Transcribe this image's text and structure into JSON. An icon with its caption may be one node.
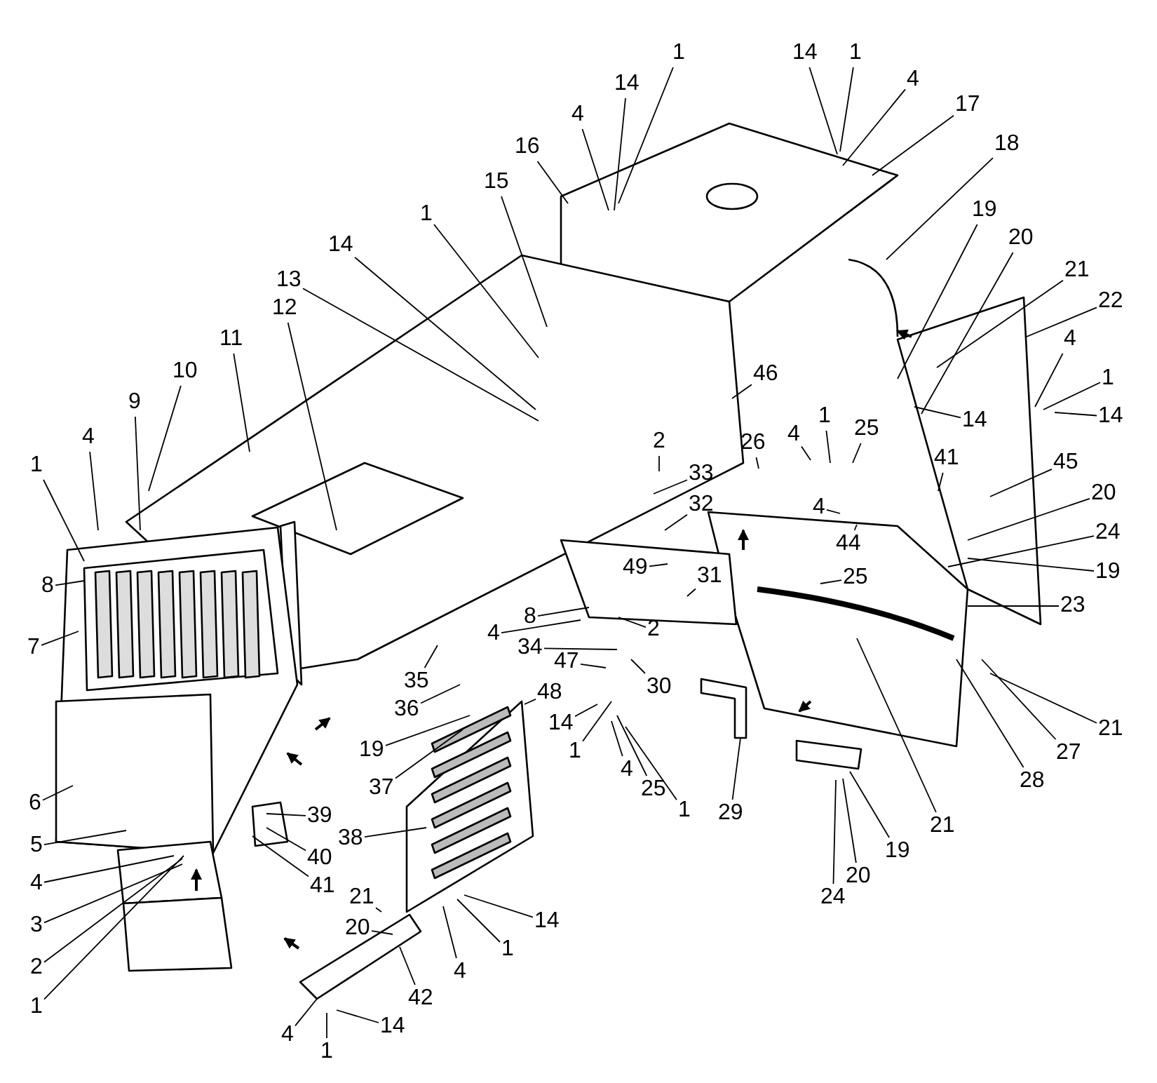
{
  "diagram": {
    "nodes": [
      {
        "text": [
          "1"
        ]
      },
      {
        "text": [
          "14"
        ]
      },
      {
        "text": [
          "4"
        ]
      },
      {
        "text": [
          "16"
        ]
      },
      {
        "text": [
          "14"
        ]
      },
      {
        "text": [
          "1"
        ]
      },
      {
        "text": [
          "4"
        ]
      },
      {
        "text": [
          "17"
        ]
      },
      {
        "text": [
          "18"
        ]
      },
      {
        "text": [
          "15"
        ]
      },
      {
        "text": [
          "1"
        ]
      },
      {
        "text": [
          "14"
        ]
      },
      {
        "text": [
          "19"
        ]
      },
      {
        "text": [
          "20"
        ]
      },
      {
        "text": [
          "21"
        ]
      },
      {
        "text": [
          "22"
        ]
      },
      {
        "text": [
          "13"
        ]
      },
      {
        "text": [
          "12"
        ]
      },
      {
        "text": [
          "11"
        ]
      },
      {
        "text": [
          "10"
        ]
      },
      {
        "text": [
          "9"
        ]
      },
      {
        "text": [
          "4"
        ]
      },
      {
        "text": [
          "1"
        ]
      },
      {
        "text": [
          "46"
        ]
      },
      {
        "text": [
          "4"
        ]
      },
      {
        "text": [
          "1"
        ]
      },
      {
        "text": [
          "14"
        ]
      },
      {
        "text": [
          "4"
        ]
      },
      {
        "text": [
          "1"
        ]
      },
      {
        "text": [
          "25"
        ]
      },
      {
        "text": [
          "14"
        ]
      },
      {
        "text": [
          "2"
        ]
      },
      {
        "text": [
          "26"
        ]
      },
      {
        "text": [
          "41"
        ]
      },
      {
        "text": [
          "45"
        ]
      },
      {
        "text": [
          "33"
        ]
      },
      {
        "text": [
          "4"
        ]
      },
      {
        "text": [
          "44"
        ]
      },
      {
        "text": [
          "20"
        ]
      },
      {
        "text": [
          "32"
        ]
      },
      {
        "text": [
          "24"
        ]
      },
      {
        "text": [
          "49"
        ]
      },
      {
        "text": [
          "31"
        ]
      },
      {
        "text": [
          "25"
        ]
      },
      {
        "text": [
          "19"
        ]
      },
      {
        "text": [
          "23"
        ]
      },
      {
        "text": [
          "8"
        ]
      },
      {
        "text": [
          "8"
        ]
      },
      {
        "text": [
          "2"
        ]
      },
      {
        "text": [
          "4"
        ]
      },
      {
        "text": [
          "34"
        ]
      },
      {
        "text": [
          "7"
        ]
      },
      {
        "text": [
          "35"
        ]
      },
      {
        "text": [
          "36"
        ]
      },
      {
        "text": [
          "47"
        ]
      },
      {
        "text": [
          "30"
        ]
      },
      {
        "text": [
          "14"
        ]
      },
      {
        "text": [
          "48"
        ]
      },
      {
        "text": [
          "1"
        ]
      },
      {
        "text": [
          "19"
        ]
      },
      {
        "text": [
          "4"
        ]
      },
      {
        "text": [
          "25"
        ]
      },
      {
        "text": [
          "1"
        ]
      },
      {
        "text": [
          "21"
        ]
      },
      {
        "text": [
          "27"
        ]
      },
      {
        "text": [
          "28"
        ]
      },
      {
        "text": [
          "6"
        ]
      },
      {
        "text": [
          "37"
        ]
      },
      {
        "text": [
          "21"
        ]
      },
      {
        "text": [
          "29"
        ]
      },
      {
        "text": [
          "39"
        ]
      },
      {
        "text": [
          "38"
        ]
      },
      {
        "text": [
          "5"
        ]
      },
      {
        "text": [
          "40"
        ]
      },
      {
        "text": [
          "19"
        ]
      },
      {
        "text": [
          "41"
        ]
      },
      {
        "text": [
          "4"
        ]
      },
      {
        "text": [
          "21"
        ]
      },
      {
        "text": [
          "3"
        ]
      },
      {
        "text": [
          "20"
        ]
      },
      {
        "text": [
          "14"
        ]
      },
      {
        "text": [
          "4"
        ]
      },
      {
        "text": [
          "1"
        ]
      },
      {
        "text": [
          "24"
        ]
      },
      {
        "text": [
          "20"
        ]
      },
      {
        "text": [
          "2"
        ]
      },
      {
        "text": [
          "42"
        ]
      },
      {
        "text": [
          "1"
        ]
      },
      {
        "text": [
          "4"
        ]
      },
      {
        "text": [
          "14"
        ]
      },
      {
        "text": [
          "1"
        ]
      }
    ],
    "edges": [
      {
        "from": 0,
        "to": null,
        "arrow": "none"
      },
      {
        "from": 1,
        "to": null,
        "arrow": "none"
      },
      {
        "from": 2,
        "to": null,
        "arrow": "none"
      },
      {
        "from": 3,
        "to": null,
        "arrow": "none"
      },
      {
        "from": 4,
        "to": null,
        "arrow": "none"
      },
      {
        "from": 5,
        "to": null,
        "arrow": "none"
      },
      {
        "from": 6,
        "to": null,
        "arrow": "none"
      },
      {
        "from": 7,
        "to": null,
        "arrow": "none"
      },
      {
        "from": 8,
        "to": null,
        "arrow": "none"
      },
      {
        "from": 9,
        "to": null,
        "arrow": "none"
      },
      {
        "from": 10,
        "to": null,
        "arrow": "none"
      },
      {
        "from": 11,
        "to": null,
        "arrow": "none"
      },
      {
        "from": 12,
        "to": null,
        "arrow": "none"
      },
      {
        "from": 13,
        "to": null,
        "arrow": "none"
      },
      {
        "from": 14,
        "to": null,
        "arrow": "none"
      },
      {
        "from": 15,
        "to": null,
        "arrow": "none"
      },
      {
        "from": 16,
        "to": null,
        "arrow": "none"
      },
      {
        "from": 17,
        "to": null,
        "arrow": "none"
      },
      {
        "from": 18,
        "to": null,
        "arrow": "none"
      },
      {
        "from": 19,
        "to": null,
        "arrow": "none"
      },
      {
        "from": 20,
        "to": null,
        "arrow": "none"
      },
      {
        "from": 21,
        "to": null,
        "arrow": "none"
      },
      {
        "from": 22,
        "to": null,
        "arrow": "none"
      },
      {
        "from": 23,
        "to": null,
        "arrow": "none"
      },
      {
        "from": 24,
        "to": null,
        "arrow": "none"
      },
      {
        "from": 25,
        "to": null,
        "arrow": "none"
      },
      {
        "from": 26,
        "to": null,
        "arrow": "none"
      },
      {
        "from": 27,
        "to": null,
        "arrow": "none"
      },
      {
        "from": 28,
        "to": null,
        "arrow": "none"
      },
      {
        "from": 29,
        "to": null,
        "arrow": "none"
      },
      {
        "from": 30,
        "to": null,
        "arrow": "none"
      },
      {
        "from": 31,
        "to": null,
        "arrow": "none"
      },
      {
        "from": 32,
        "to": null,
        "arrow": "none"
      },
      {
        "from": 33,
        "to": null,
        "arrow": "none"
      },
      {
        "from": 34,
        "to": null,
        "arrow": "none"
      },
      {
        "from": 35,
        "to": null,
        "arrow": "none"
      },
      {
        "from": 36,
        "to": null,
        "arrow": "none"
      },
      {
        "from": 37,
        "to": null,
        "arrow": "none"
      },
      {
        "from": 38,
        "to": null,
        "arrow": "none"
      },
      {
        "from": 39,
        "to": null,
        "arrow": "none"
      },
      {
        "from": 40,
        "to": null,
        "arrow": "none"
      },
      {
        "from": 41,
        "to": null,
        "arrow": "none"
      },
      {
        "from": 42,
        "to": null,
        "arrow": "none"
      },
      {
        "from": 43,
        "to": null,
        "arrow": "none"
      },
      {
        "from": 44,
        "to": null,
        "arrow": "none"
      },
      {
        "from": 45,
        "to": null,
        "arrow": "none"
      },
      {
        "from": 46,
        "to": null,
        "arrow": "none"
      },
      {
        "from": 47,
        "to": null,
        "arrow": "none"
      },
      {
        "from": 48,
        "to": null,
        "arrow": "none"
      },
      {
        "from": 49,
        "to": null,
        "arrow": "none"
      },
      {
        "from": 50,
        "to": null,
        "arrow": "none"
      },
      {
        "from": 51,
        "to": null,
        "arrow": "none"
      },
      {
        "from": 52,
        "to": null,
        "arrow": "none"
      },
      {
        "from": 53,
        "to": null,
        "arrow": "none"
      },
      {
        "from": 54,
        "to": null,
        "arrow": "none"
      },
      {
        "from": 55,
        "to": null,
        "arrow": "none"
      },
      {
        "from": 56,
        "to": null,
        "arrow": "none"
      },
      {
        "from": 57,
        "to": null,
        "arrow": "none"
      },
      {
        "from": 58,
        "to": null,
        "arrow": "none"
      },
      {
        "from": 59,
        "to": null,
        "arrow": "none"
      },
      {
        "from": 60,
        "to": null,
        "arrow": "none"
      },
      {
        "from": 61,
        "to": null,
        "arrow": "none"
      },
      {
        "from": 62,
        "to": null,
        "arrow": "none"
      },
      {
        "from": 63,
        "to": null,
        "arrow": "none"
      },
      {
        "from": 64,
        "to": null,
        "arrow": "none"
      },
      {
        "from": 65,
        "to": null,
        "arrow": "none"
      },
      {
        "from": 66,
        "to": null,
        "arrow": "none"
      },
      {
        "from": 67,
        "to": null,
        "arrow": "none"
      },
      {
        "from": 68,
        "to": null,
        "arrow": "none"
      },
      {
        "from": 69,
        "to": null,
        "arrow": "none"
      },
      {
        "from": 70,
        "to": null,
        "arrow": "none"
      },
      {
        "from": 71,
        "to": null,
        "arrow": "none"
      },
      {
        "from": 72,
        "to": null,
        "arrow": "none"
      },
      {
        "from": 73,
        "to": null,
        "arrow": "none"
      },
      {
        "from": 74,
        "to": null,
        "arrow": "none"
      },
      {
        "from": 75,
        "to": null,
        "arrow": "none"
      },
      {
        "from": 76,
        "to": null,
        "arrow": "none"
      },
      {
        "from": 77,
        "to": null,
        "arrow": "none"
      },
      {
        "from": 78,
        "to": null,
        "arrow": "none"
      },
      {
        "from": 79,
        "to": null,
        "arrow": "none"
      },
      {
        "from": 80,
        "to": null,
        "arrow": "none"
      },
      {
        "from": 81,
        "to": null,
        "arrow": "none"
      },
      {
        "from": 82,
        "to": null,
        "arrow": "none"
      },
      {
        "from": 83,
        "to": null,
        "arrow": "none"
      },
      {
        "from": 84,
        "to": null,
        "arrow": "none"
      },
      {
        "from": 85,
        "to": null,
        "arrow": "none"
      },
      {
        "from": 86,
        "to": null,
        "arrow": "none"
      },
      {
        "from": 87,
        "to": null,
        "arrow": "none"
      },
      {
        "from": 88,
        "to": null,
        "arrow": "none"
      },
      {
        "from": 89,
        "to": null,
        "arrow": "none"
      },
      {
        "from": 90,
        "to": null,
        "arrow": "none"
      }
    ]
  }
}
